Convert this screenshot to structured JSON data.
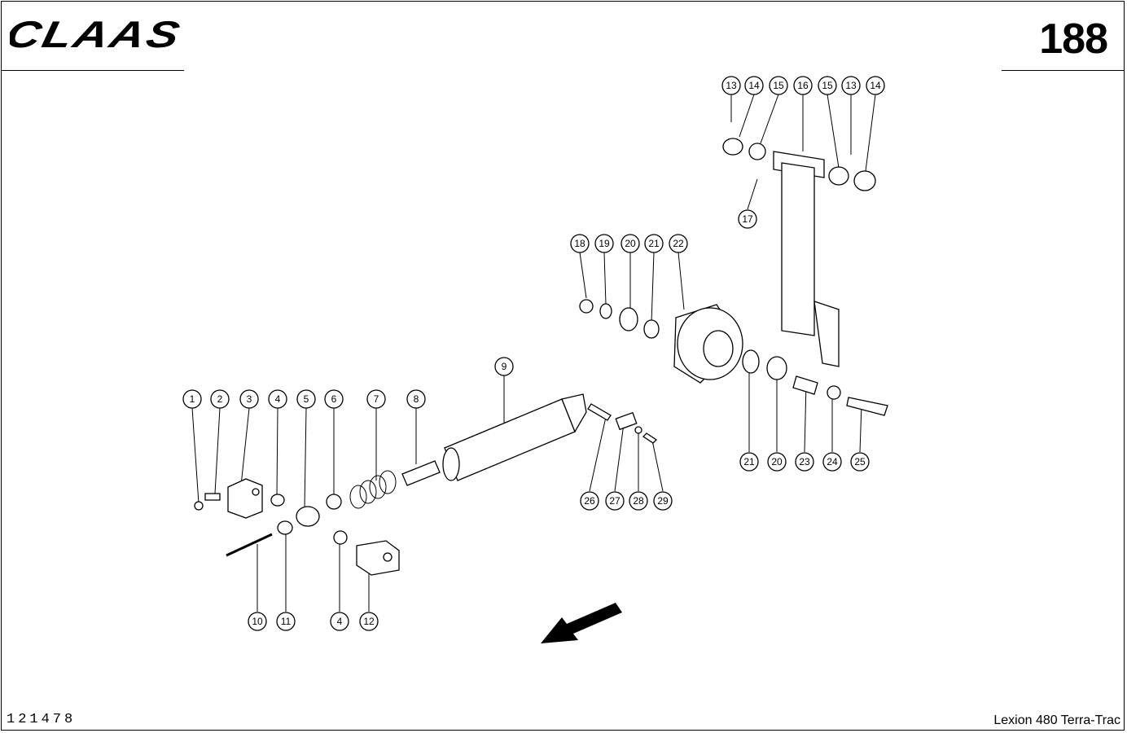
{
  "header": {
    "brand": "CLAAS",
    "page_number": "188"
  },
  "footer": {
    "drawing_number": "121478",
    "model": "Lexion 480 Terra-Trac"
  },
  "callouts": [
    "1",
    "2",
    "3",
    "4",
    "5",
    "6",
    "7",
    "8",
    "9",
    "10",
    "11",
    "4",
    "12",
    "13",
    "14",
    "15",
    "16",
    "15",
    "13",
    "14",
    "17",
    "18",
    "19",
    "20",
    "21",
    "22",
    "21",
    "20",
    "23",
    "24",
    "25",
    "26",
    "27",
    "28",
    "29"
  ],
  "icons": {
    "direction": "arrow-icon"
  }
}
